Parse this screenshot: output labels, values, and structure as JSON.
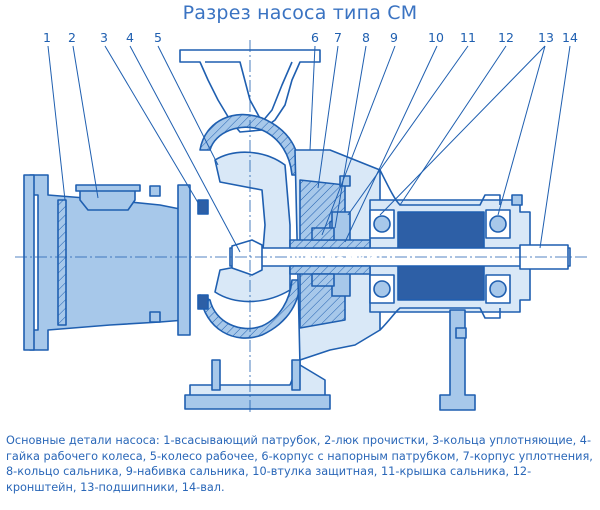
{
  "title": "Разрез насоса типа СМ",
  "colors": {
    "ink": "#1f5fb0",
    "fill": "#a7c8ea",
    "dark": "#2d5fa6",
    "caption": "#2a67b8"
  },
  "part_numbers": [
    "1",
    "2",
    "3",
    "4",
    "5",
    "6",
    "7",
    "8",
    "9",
    "10",
    "11",
    "12",
    "13",
    "14"
  ],
  "watermark": "www.artr.ru",
  "caption": "Основные детали насоса: 1-всасывающий патрубок, 2-люк прочистки, 3-кольца уплотняющие, 4-гайка рабочего колеса, 5-колесо рабочее, 6-корпус с напорным патрубком, 7-корпус уплотнения, 8-кольцо сальника, 9-набивка сальника, 10-втулка защитная, 11-крышка сальника, 12-кронштейн, 13-подшипники, 14-вал."
}
